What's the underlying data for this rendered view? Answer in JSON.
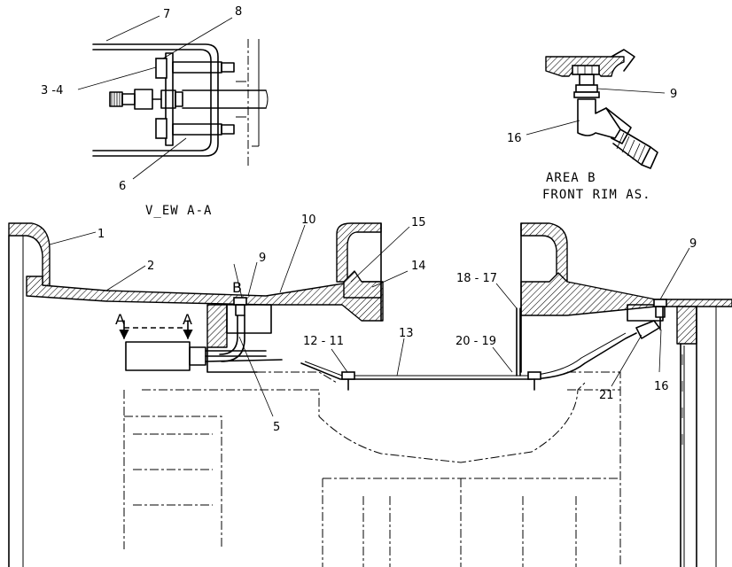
{
  "captions": {
    "view_a": "V_EW A-A",
    "area_b": "AREA B",
    "front_rim": "FRONT RIM AS."
  },
  "section_marks": {
    "a_left": "A",
    "a_right": "A",
    "b": "B"
  },
  "callouts": {
    "c1": "1",
    "c2": "2",
    "c3_4": "3 -4",
    "c5": "5",
    "c6": "6",
    "c7": "7",
    "c8": "8",
    "c9_view": "9",
    "c9_left": "9",
    "c9_right": "9",
    "c10": "10",
    "c12_11": "12 - 11",
    "c13": "13",
    "c14": "14",
    "c15": "15",
    "c16_view": "16",
    "c16_right": "16",
    "c18_17": "18 - 17",
    "c20_19": "20 - 19",
    "c21": "21"
  }
}
